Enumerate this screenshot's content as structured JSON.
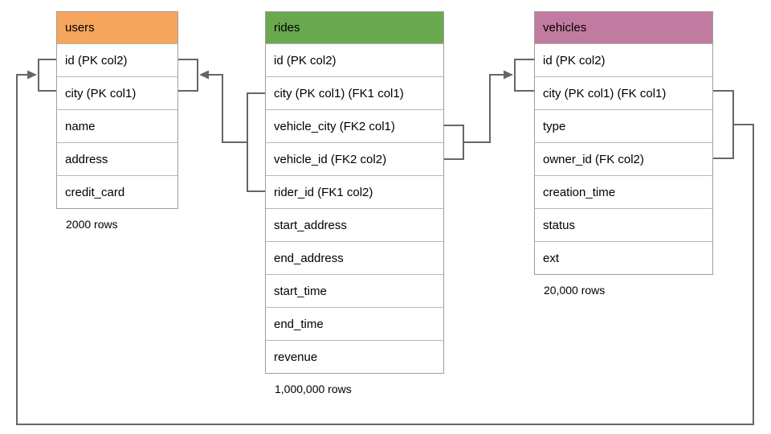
{
  "diagram": {
    "tables": [
      {
        "name": "users",
        "header_color": "#F6A55C",
        "columns": [
          "id (PK col2)",
          "city (PK col1)",
          "name",
          "address",
          "credit_card"
        ],
        "row_count": "2000 rows"
      },
      {
        "name": "rides",
        "header_color": "#6AA84F",
        "columns": [
          "id (PK col2)",
          "city (PK col1) (FK1 col1)",
          "vehicle_city (FK2 col1)",
          "vehicle_id (FK2 col2)",
          "rider_id (FK1 col2)",
          "start_address",
          "end_address",
          "start_time",
          "end_time",
          "revenue"
        ],
        "row_count": "1,000,000 rows"
      },
      {
        "name": "vehicles",
        "header_color": "#C27BA0",
        "columns": [
          "id (PK col2)",
          "city (PK col1) (FK col1)",
          "type",
          "owner_id (FK col2)",
          "creation_time",
          "status",
          "ext"
        ],
        "row_count": "20,000 rows"
      }
    ],
    "relationships": [
      {
        "name": "FK1",
        "from_table": "rides",
        "from_columns": [
          "city",
          "rider_id"
        ],
        "to_table": "users",
        "to_columns": [
          "city",
          "id"
        ]
      },
      {
        "name": "FK2",
        "from_table": "rides",
        "from_columns": [
          "vehicle_city",
          "vehicle_id"
        ],
        "to_table": "vehicles",
        "to_columns": [
          "city",
          "id"
        ]
      },
      {
        "name": "FK",
        "from_table": "vehicles",
        "from_columns": [
          "city",
          "owner_id"
        ],
        "to_table": "users",
        "to_columns": [
          "city",
          "id"
        ]
      }
    ],
    "colors": {
      "connector": "#666666",
      "users_header": "#F6A55C",
      "rides_header": "#6AA84F",
      "vehicles_header": "#C27BA0"
    }
  }
}
